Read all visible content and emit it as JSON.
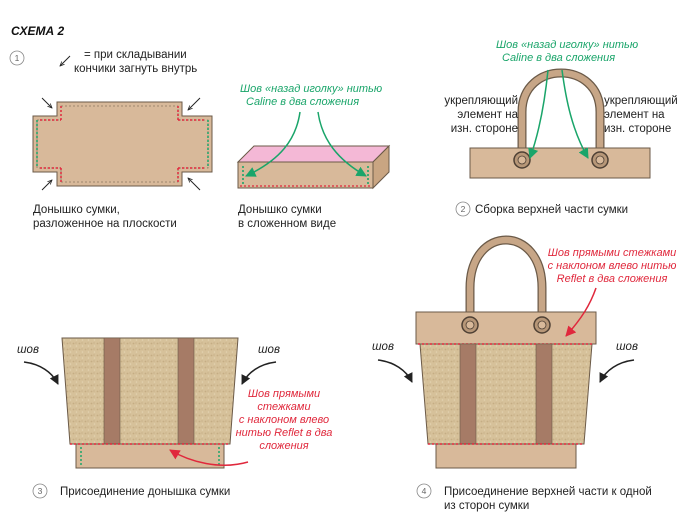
{
  "title": "СХЕМА 2",
  "colors": {
    "tan": "#d8b99a",
    "tan_dark": "#c9a582",
    "burlap": "#d6c19a",
    "strap": "#a67b66",
    "handle": "#c7a687",
    "green": "#1aa56a",
    "red": "#e0283c",
    "pink": "#f4b8d6"
  },
  "icons": [
    "fold-arrow-icon",
    "arrow-icon",
    "grommet-icon"
  ],
  "step1": {
    "number": "1",
    "legend_line1": "= при складывании",
    "legend_line2": "кончики загнуть внутрь",
    "flat_caption_line1": "Донышко сумки,",
    "flat_caption_line2": "разложенное на плоскости",
    "stitch_note_line1": "Шов «назад иголку» нитью",
    "stitch_note_line2": "Caline в два сложения",
    "folded_caption_line1": "Донышко сумки",
    "folded_caption_line2": "в сложенном виде"
  },
  "step2": {
    "number": "2",
    "stitch_note_line1": "Шов «назад иголку» нитью",
    "stitch_note_line2": "Caline в два сложения",
    "left_label_line1": "укрепляющий",
    "left_label_line2": "элемент на",
    "left_label_line3": "изн. стороне",
    "right_label_line1": "укрепляющий",
    "right_label_line2": "элемент на",
    "right_label_line3": "изн. стороне",
    "caption": "Сборка верхней части сумки"
  },
  "step3": {
    "number": "3",
    "left_seam": "шов",
    "right_seam": "шов",
    "stitch_note_line1": "Шов прямыми",
    "stitch_note_line2": "стежками",
    "stitch_note_line3": "с наклоном влево",
    "stitch_note_line4": "нитью Reflet в два",
    "stitch_note_line5": "сложения",
    "caption": "Присоединение донышка сумки"
  },
  "step4": {
    "number": "4",
    "stitch_note_line1": "Шов прямыми стежками",
    "stitch_note_line2": "с наклоном влево нитью",
    "stitch_note_line3": "Reflet в два сложения",
    "left_seam": "шов",
    "right_seam": "шов",
    "caption_line1": "Присоединение верхней части к одной",
    "caption_line2": "из сторон сумки"
  }
}
